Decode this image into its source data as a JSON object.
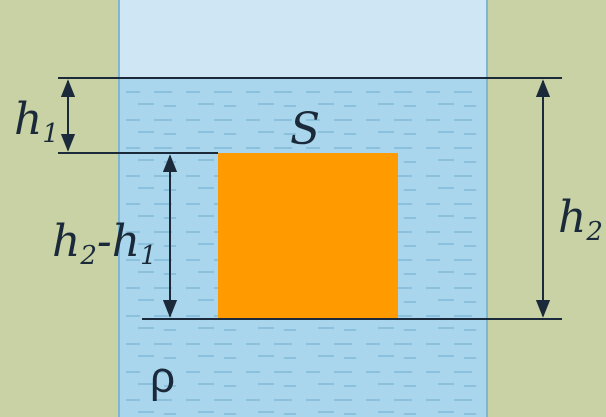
{
  "diagram": {
    "labels": {
      "h1": {
        "main": "h",
        "sub": "1"
      },
      "surface": "S",
      "diff": {
        "a": "h",
        "a_sub": "2",
        "dash": "-",
        "b": "h",
        "b_sub": "1"
      },
      "h2": {
        "main": "h",
        "sub": "2"
      },
      "density": "ρ"
    },
    "colors": {
      "background": "#c9d2a4",
      "water": "#a9d6ec",
      "air": "#cfe7f5",
      "block": "#ff9a00",
      "line": "#1b2a3a"
    }
  }
}
